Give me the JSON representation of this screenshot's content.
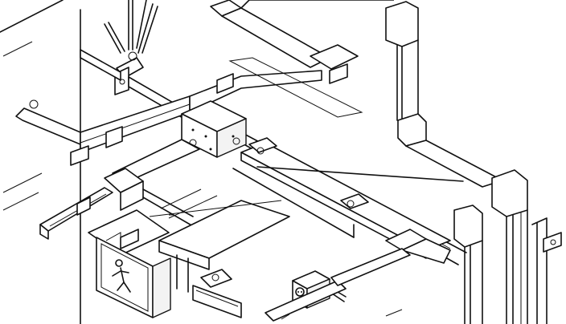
{
  "illustration": {
    "background": "#ffffff",
    "line_color": "#111111",
    "parts": [
      {
        "name": "threaded-rod-hangers",
        "icon": "rod-icon"
      },
      {
        "name": "beam-clamp",
        "icon": "clamp-icon"
      },
      {
        "name": "cable-trunking",
        "icon": "trunking-icon"
      },
      {
        "name": "cross-junction-box",
        "icon": "junction-box-icon"
      },
      {
        "name": "strut-channel",
        "icon": "strut-icon"
      },
      {
        "name": "emergency-exit-sign",
        "icon": "running-man-icon"
      },
      {
        "name": "socket-outlet-box",
        "icon": "socket-icon"
      },
      {
        "name": "wall-bracket",
        "icon": "bracket-icon"
      }
    ]
  }
}
